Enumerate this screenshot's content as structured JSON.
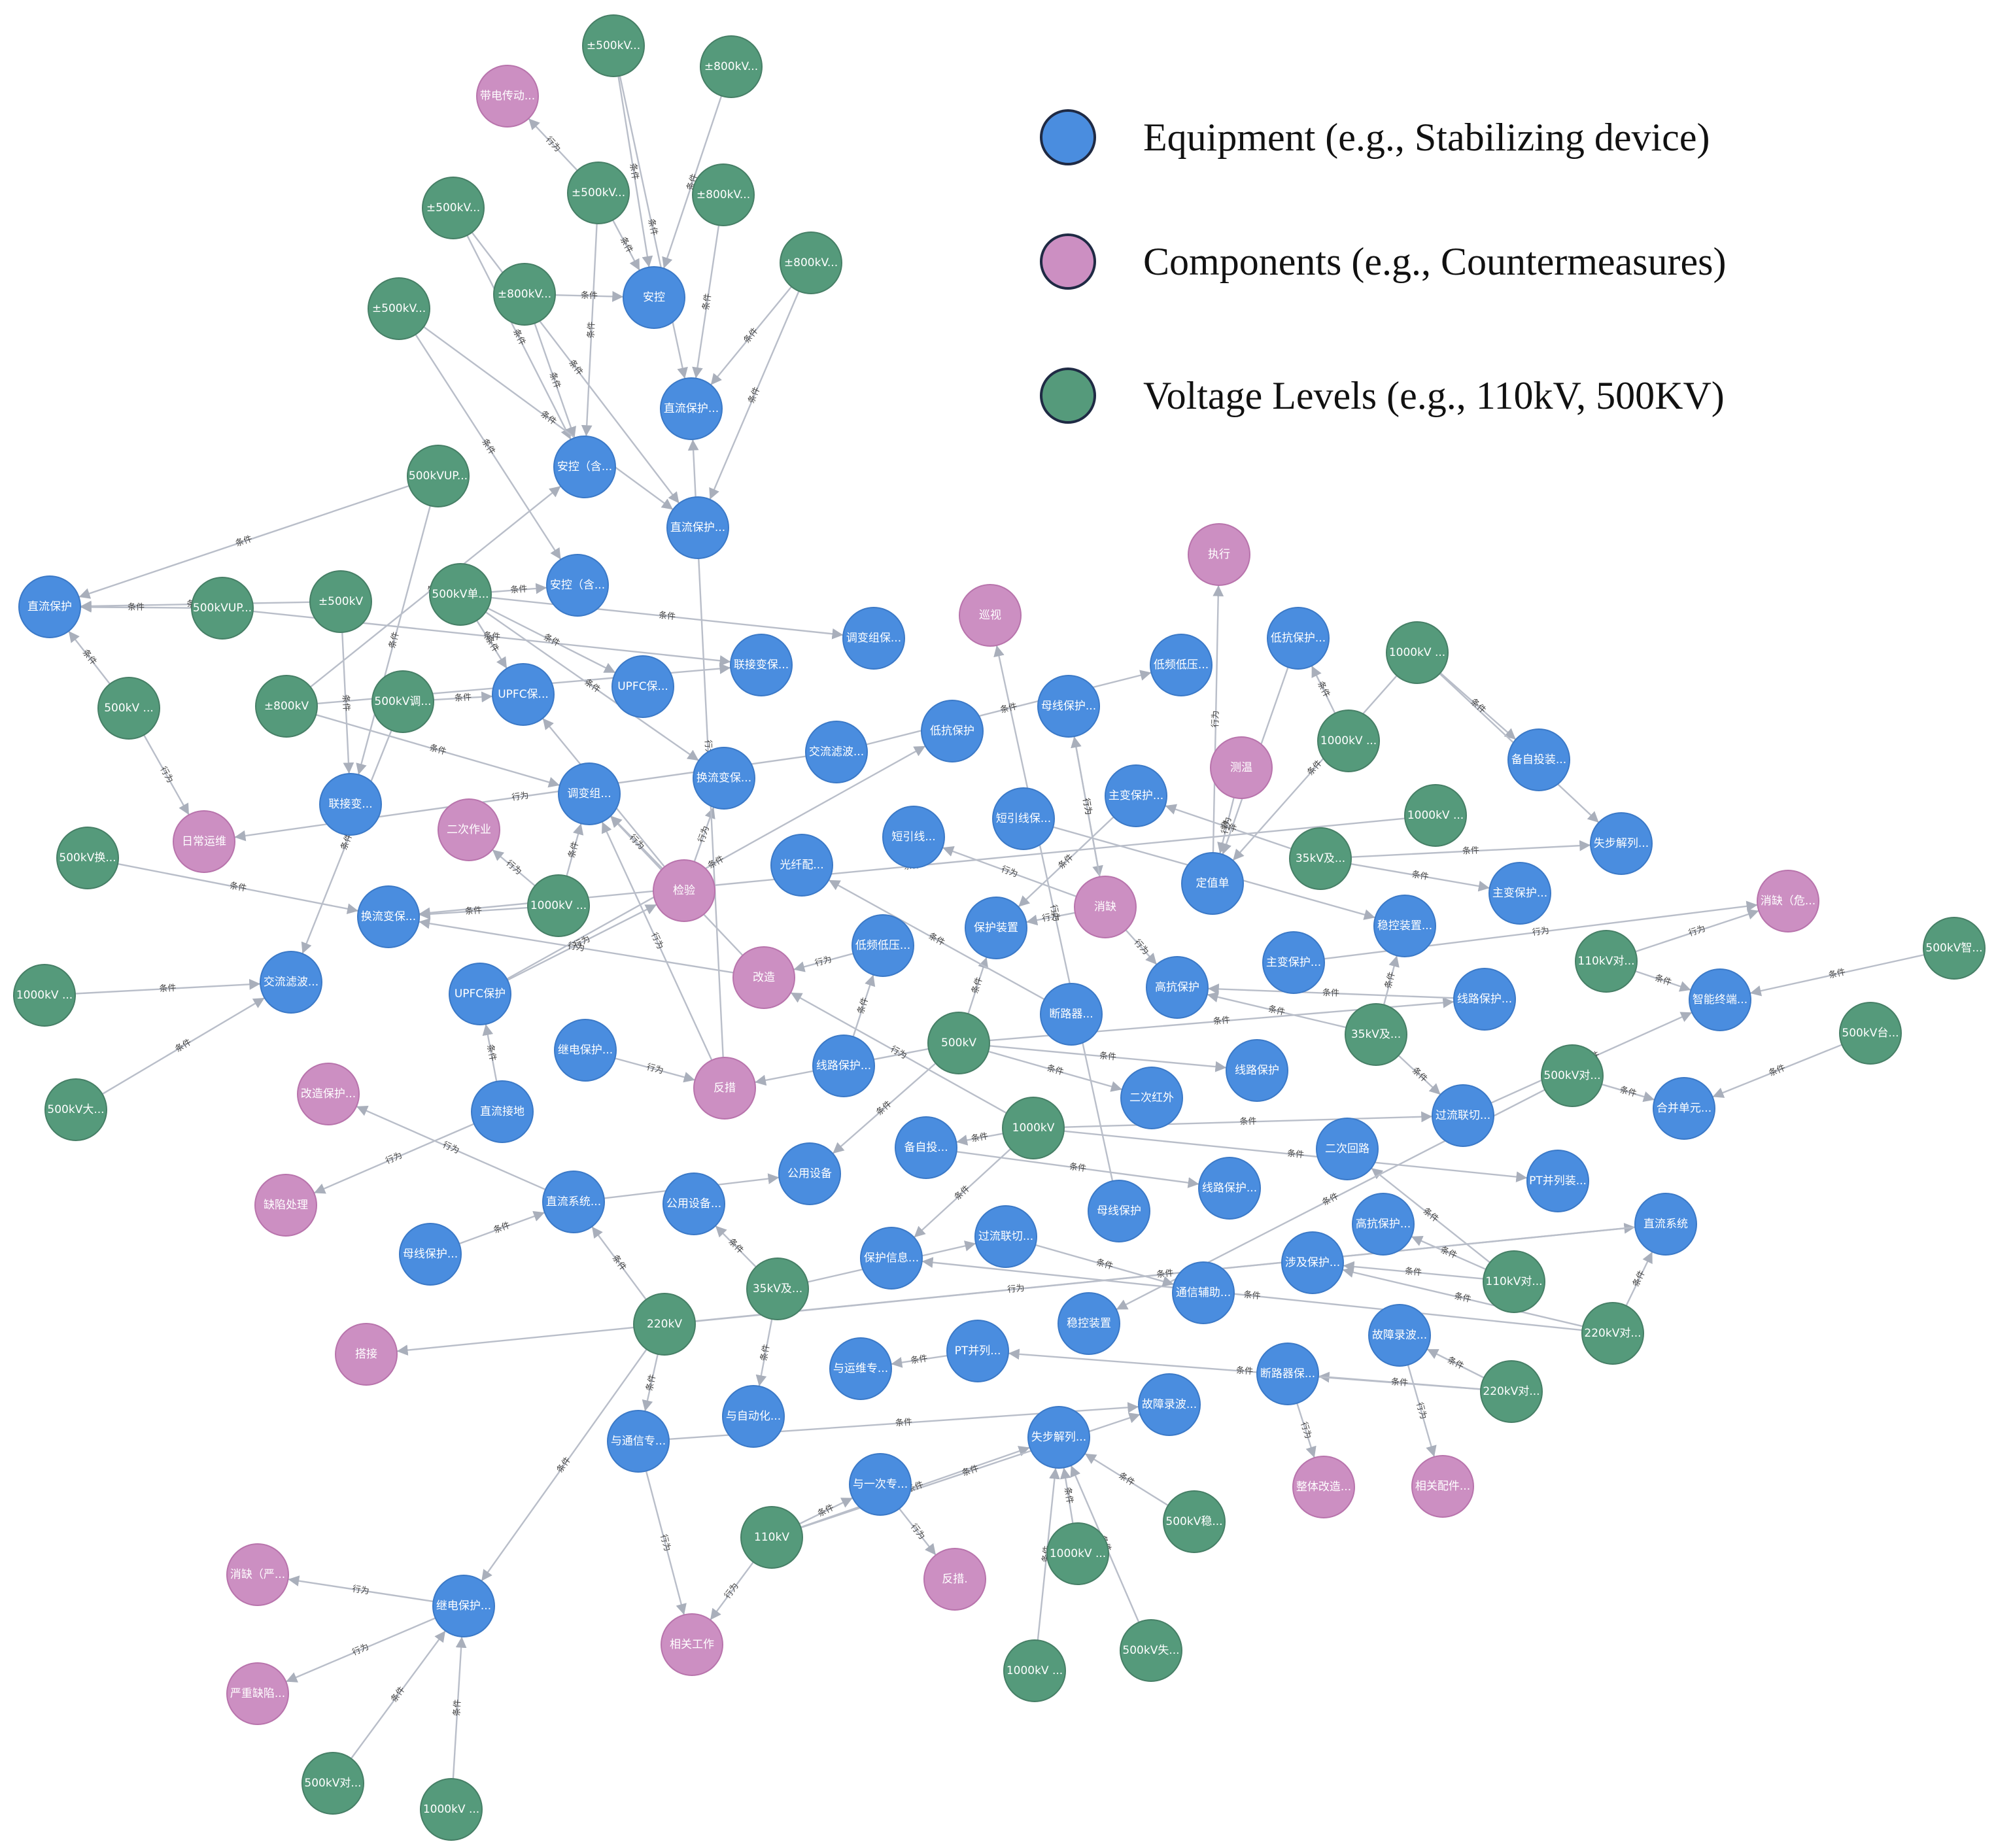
{
  "legend": [
    {
      "label": "Equipment (e.g., Stabilizing device)",
      "color": "#4a8ddf",
      "category": "equipment"
    },
    {
      "label": "Components (e.g., Countermeasures)",
      "color": "#cc8fc2",
      "category": "component"
    },
    {
      "label": "Voltage Levels (e.g., 110kV, 500KV)",
      "color": "#559a7b",
      "category": "voltage"
    }
  ],
  "colors": {
    "equipment": "#4a8ddf",
    "component": "#cc8fc2",
    "voltage": "#559a7b",
    "edge": "#b9bec9"
  },
  "edge_labels": [
    "条件",
    "行为"
  ],
  "nodes": {
    "voltage": [
      "±500kV...",
      "±800kV...",
      "±800kV...",
      "±500kV...",
      "±800kV...",
      "±500kV...",
      "±800kV...",
      "±500kV...",
      "500kVUP...",
      "500kV单...",
      "±500kV",
      "500kVUP...",
      "±800kV",
      "500kV ...",
      "500kV调...",
      "500kV换...",
      "1000kV ...",
      "500kV大...",
      "1000kV ...",
      "1000kV ...",
      "1000kV ...",
      "1000kV ...",
      "35kV及...",
      "110kV对...",
      "500kV智...",
      "500kV台...",
      "35kV及...",
      "500kV",
      "1000kV",
      "500kV对...",
      "35kV及...",
      "220kV",
      "110kV对...",
      "220kV对...",
      "220kV对...",
      "110kV",
      "500kV稳...",
      "1000kV ...",
      "500kV失...",
      "1000kV ...",
      "500kV对...",
      "1000kV ..."
    ],
    "equipment": [
      "安控",
      "直流保护...",
      "安控（含...",
      "直流保护...",
      "直流保护",
      "安控（含...",
      "UPFC保...",
      "UPFC保...",
      "调变组保...",
      "联接变保...",
      "调变组...",
      "联接变...",
      "换流变保...",
      "交流滤波...",
      "低抗保护",
      "低频低压...",
      "低抗保护...",
      "母线保护...",
      "主变保护...",
      "短引线...",
      "短引线保...",
      "光纤配...",
      "换流变保...",
      "定值单",
      "交流滤波...",
      "UPFC保护",
      "低频低压...",
      "保护装置",
      "稳控装置...",
      "主变保护...",
      "备自投装...",
      "失步解列...",
      "主变保护...",
      "高抗保护",
      "线路保护...",
      "断路器...",
      "继电保护...",
      "线路保护...",
      "智能终端...",
      "直流接地",
      "二次红外",
      "线路保护",
      "合并单元...",
      "备自投...",
      "过流联切...",
      "二次回路",
      "公用设备",
      "直流系统...",
      "公用设备...",
      "线路保护...",
      "PT并列装...",
      "高抗保护...",
      "直流系统",
      "母线保护",
      "母线保护...",
      "保护信息...",
      "过流联切...",
      "涉及保护...",
      "通信辅助...",
      "稳控装置",
      "故障录波...",
      "PT并列...",
      "与运维专...",
      "断路器保...",
      "与自动化...",
      "与通信专...",
      "故障录波...",
      "失步解列...",
      "与一次专...",
      "继电保护..."
    ],
    "component": [
      "带电传动...",
      "执行",
      "巡视",
      "测温",
      "日常运维",
      "二次作业",
      "检验",
      "消缺",
      "消缺（危...",
      "改造",
      "反措",
      "改造保护...",
      "缺陷处理",
      "搭接",
      "整体改造...",
      "相关配件...",
      "反措.",
      "相关工作",
      "消缺（严...",
      "严重缺陷..."
    ]
  }
}
